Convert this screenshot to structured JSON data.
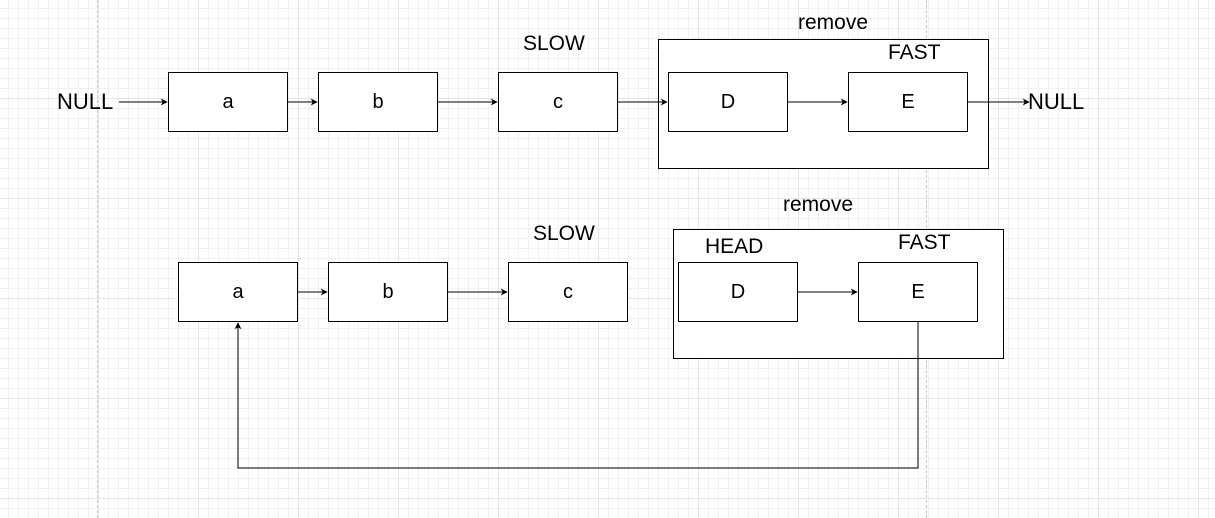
{
  "diagram": {
    "top": {
      "null_left": "NULL",
      "null_right": "NULL",
      "nodes": [
        "a",
        "b",
        "c",
        "D",
        "E"
      ],
      "slow_label": "SLOW",
      "fast_label": "FAST",
      "group_label": "remove"
    },
    "bottom": {
      "nodes": [
        "a",
        "b",
        "c",
        "D",
        "E"
      ],
      "slow_label": "SLOW",
      "fast_label": "FAST",
      "head_label": "HEAD",
      "group_label": "remove"
    }
  },
  "colors": {
    "stroke": "#000000",
    "grid": "#e6e6e6",
    "background": "#ffffff"
  }
}
